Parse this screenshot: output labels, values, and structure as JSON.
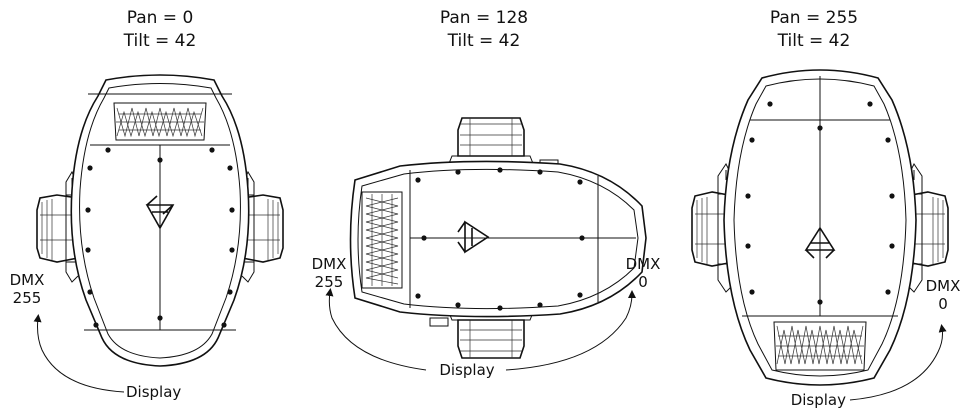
{
  "panels": [
    {
      "pan_label": "Pan = 0",
      "tilt_label": "Tilt = 42",
      "dmx_label": "DMX",
      "dmx_value": "255",
      "display_label": "Display"
    },
    {
      "pan_label": "Pan = 128",
      "tilt_label": "Tilt = 42",
      "dmx_left_label": "DMX",
      "dmx_left_value": "255",
      "dmx_right_label": "DMX",
      "dmx_right_value": "0",
      "display_label": "Display"
    },
    {
      "pan_label": "Pan = 255",
      "tilt_label": "Tilt = 42",
      "dmx_label": "DMX",
      "dmx_value": "0",
      "display_label": "Display"
    }
  ]
}
